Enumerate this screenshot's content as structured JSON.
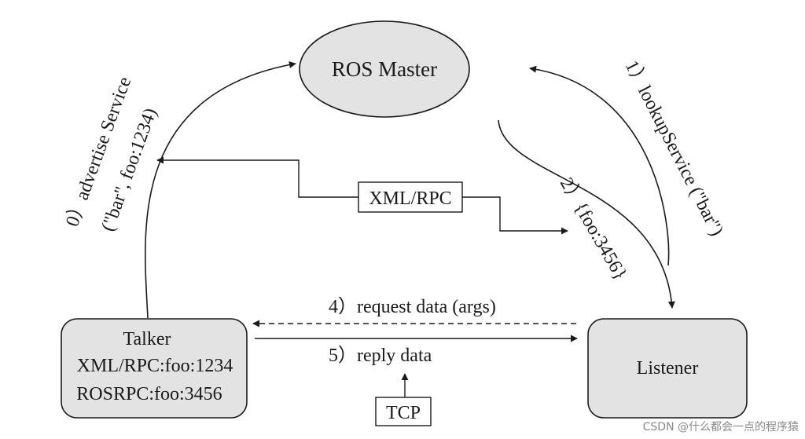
{
  "nodes": {
    "master": "ROS Master",
    "talker": {
      "title": "Talker",
      "line1": "XML/RPC:foo:1234",
      "line2": "ROSRPC:foo:3456"
    },
    "listener": "Listener"
  },
  "boxes": {
    "xmlrpc": "XML/RPC",
    "tcp": "TCP"
  },
  "steps": {
    "advertise_line1": "0）advertise Service",
    "advertise_line2": "(\"bar\", foo:1234)",
    "lookup": "1）lookupService (\"bar\")",
    "reply_addr": "2）{foo:3456}",
    "request": "4）request data (args)",
    "reply": "5）reply data"
  },
  "watermark": "CSDN @什么都会一点的程序猿",
  "colors": {
    "node_fill": "#e3e3e3",
    "stroke": "#1a1a1a",
    "background": "#ffffff"
  }
}
